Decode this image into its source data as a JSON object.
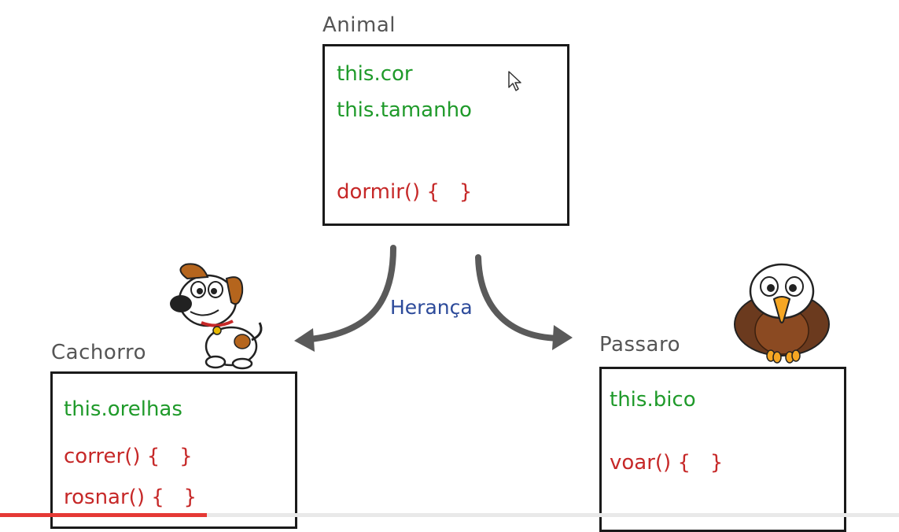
{
  "diagram": {
    "parent": {
      "name": "Animal",
      "attributes": [
        "this.cor",
        "this.tamanho"
      ],
      "methods": [
        "dormir() {   }"
      ]
    },
    "relation_label": "Herança",
    "children": [
      {
        "name": "Cachorro",
        "attributes": [
          "this.orelhas"
        ],
        "methods": [
          "correr() {   }",
          "rosnar() {   }"
        ],
        "mascot": "dog-illustration"
      },
      {
        "name": "Passaro",
        "attributes": [
          "this.bico"
        ],
        "methods": [
          "voar() {   }"
        ],
        "mascot": "eagle-illustration"
      }
    ]
  },
  "colors": {
    "attribute": "#1f9a2a",
    "method": "#c62828",
    "relation": "#2c4a9a",
    "arrow": "#5a5a5a"
  },
  "video_progress": 0.23
}
